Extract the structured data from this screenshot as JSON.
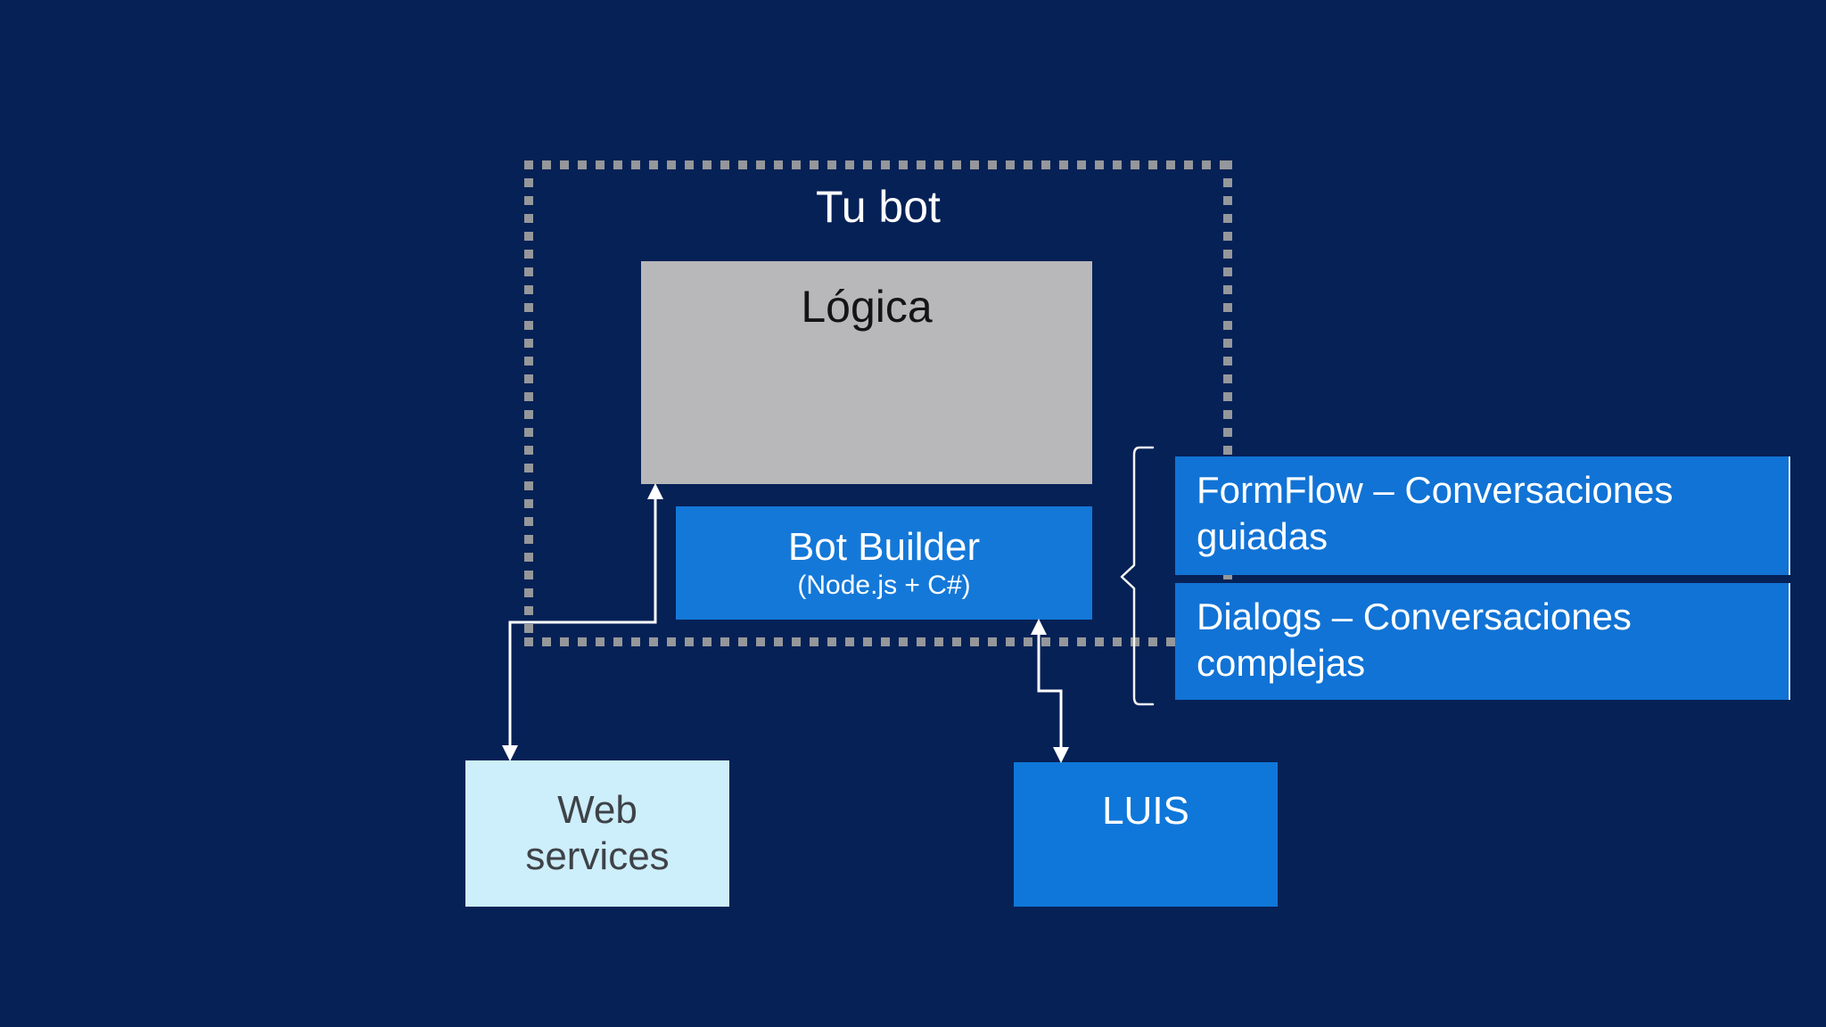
{
  "slide": {
    "container": {
      "title": "Tu bot"
    },
    "boxes": {
      "logica": {
        "label": "Lógica",
        "bg": "#b8b7b9"
      },
      "bot_builder": {
        "title": "Bot Builder",
        "subtitle": "(Node.js + C#)",
        "bg": "#1478d8"
      },
      "formflow": {
        "line1": "FormFlow – Conversaciones",
        "line2": "guiadas",
        "bg": "#1173d5"
      },
      "dialogs": {
        "line1": "Dialogs – Conversaciones",
        "line2": "complejas",
        "bg": "#1173d5"
      },
      "web_services": {
        "line1": "Web",
        "line2": "services",
        "bg": "#cdeefb"
      },
      "luis": {
        "label": "LUIS",
        "bg": "#0f77d9"
      }
    },
    "connectors": {
      "logica_webservices": "double-headed elbow arrow between Lógica and Web services",
      "botbuilder_luis": "double-headed elbow arrow between Bot Builder and LUIS",
      "brace": "left-facing curly brace grouping FormFlow and Dialogs toward Bot Builder"
    },
    "colors": {
      "background": "#062156",
      "dotted_border": "#95979a",
      "arrow": "#ffffff",
      "accent_blue": "#1173d5"
    }
  }
}
